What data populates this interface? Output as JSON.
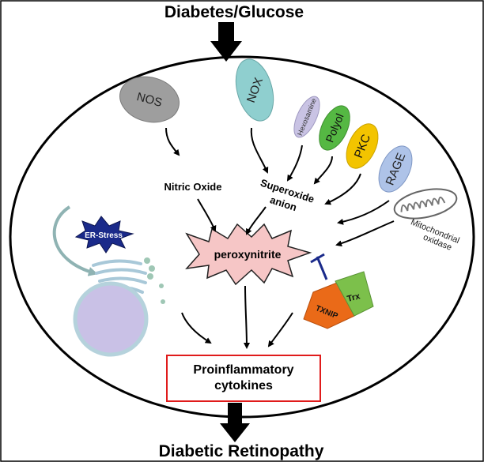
{
  "top_label": "Diabetes/Glucose",
  "bottom_label": "Diabetic Retinopathy",
  "sources": {
    "nos": "NOS",
    "nox": "NOX",
    "hexosamine": "Hexosamine",
    "polyol": "Polyol",
    "pkc": "PKC",
    "rage": "RAGE",
    "mito_line1": "Mitochondrial",
    "mito_line2": "oxidase"
  },
  "intermediates": {
    "nitric_oxide": "Nitric Oxide",
    "superoxide_line1": "Superoxide",
    "superoxide_line2": "anion",
    "peroxynitrite": "peroxynitrite",
    "er_stress": "ER-Stress",
    "txnip": "TXNIP",
    "trx": "Trx"
  },
  "outcome": {
    "line1": "Proinflammatory",
    "line2": "cytokines"
  },
  "colors": {
    "nos": "#9e9e9e",
    "nox": "#8fcfcf",
    "hexosamine": "#c9c3e4",
    "polyol": "#55b843",
    "pkc": "#f3c400",
    "rage": "#aec3e8",
    "peroxynitrite_fill": "#f6c6c6",
    "outcome_border": "#e01b1b",
    "er_star": "#1a2a8a",
    "txnip": "#ea6a18",
    "trx": "#7cc04b",
    "nucleus": "#c9c1e6"
  }
}
